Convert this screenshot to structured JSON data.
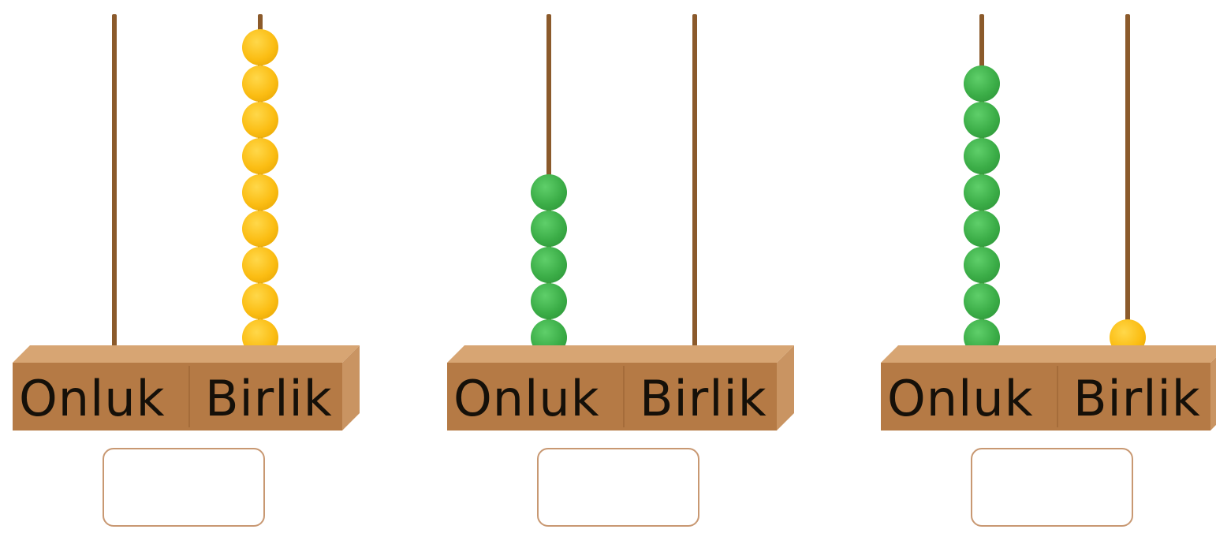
{
  "abacuses": [
    {
      "onluk_label": "Onluk",
      "birlik_label": "Birlik",
      "onluk_beads": 0,
      "birlik_beads": 9,
      "onluk_color": "#3bad47",
      "birlik_color": "#fbbd13",
      "answer": ""
    },
    {
      "onluk_label": "Onluk",
      "birlik_label": "Birlik",
      "onluk_beads": 5,
      "birlik_beads": 0,
      "onluk_color": "#3bad47",
      "birlik_color": "#fbbd13",
      "answer": ""
    },
    {
      "onluk_label": "Onluk",
      "birlik_label": "Birlik",
      "onluk_beads": 8,
      "birlik_beads": 1,
      "onluk_color": "#3bad47",
      "birlik_color": "#fbbd13",
      "answer": ""
    }
  ],
  "colors": {
    "rod": "#8b5a2b",
    "base_front": "#b57a45",
    "base_top": "#d7a573",
    "base_side": "#c99462"
  }
}
